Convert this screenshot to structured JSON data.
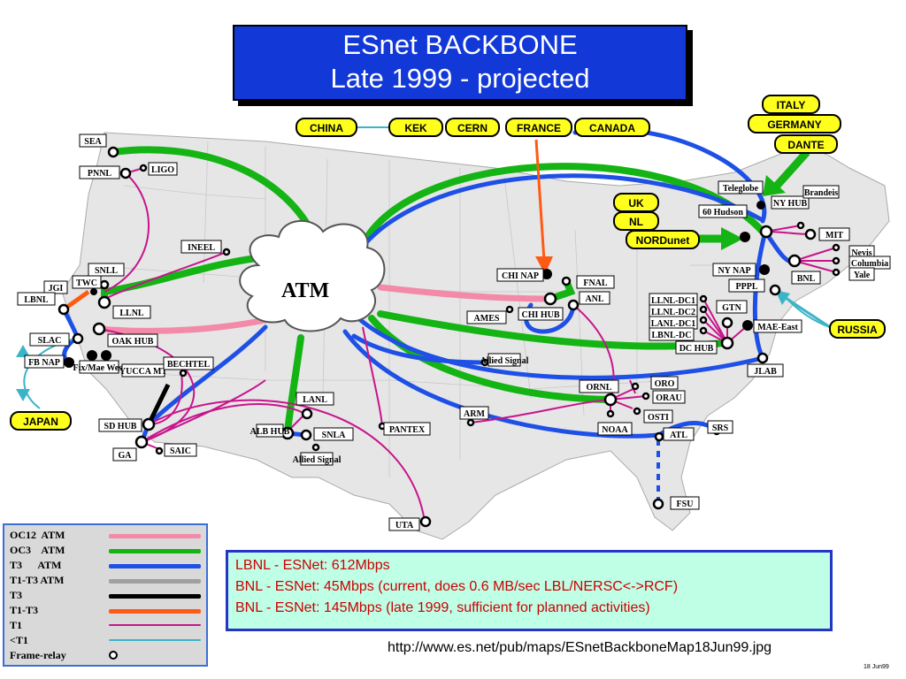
{
  "title": {
    "line1": "ESnet BACKBONE",
    "line2": "Late 1999 - projected"
  },
  "cloud_label": "ATM",
  "partners": {
    "top": [
      "CHINA",
      "KEK",
      "CERN",
      "FRANCE",
      "CANADA"
    ],
    "europe": [
      "ITALY",
      "GERMANY",
      "DANTE"
    ],
    "uk_group": [
      "UK",
      "NL",
      "NORDunet"
    ],
    "japan": "JAPAN",
    "russia": "RUSSIA"
  },
  "sites": {
    "sea": "SEA",
    "pnnl": "PNNL",
    "ligo": "LIGO",
    "ineel": "INEEL",
    "snll": "SNLL",
    "jgi": "JGI",
    "twc": "TWC",
    "lbnl": "LBNL",
    "llnl": "LLNL",
    "slac": "SLAC",
    "oak_hub": "OAK HUB",
    "fb_nap": "FB NAP",
    "fix_mae_west": "Fix/Mae West",
    "yucca_mt": "YUCCA MT",
    "bechtel": "BECHTEL",
    "sd_hub": "SD HUB",
    "ga": "GA",
    "saic": "SAIC",
    "lanl": "LANL",
    "alb_hub": "ALB HUB",
    "snla": "SNLA",
    "allied_signal_nm": "Allied Signal",
    "pantex": "PANTEX",
    "uta": "UTA",
    "ames": "AMES",
    "chi_hub": "CHI HUB",
    "chi_nap": "CHI NAP",
    "fnal": "FNAL",
    "anl": "ANL",
    "allied_signal_mo": "Allied Signal",
    "arm": "ARM",
    "ornl": "ORNL",
    "oro": "ORO",
    "orau": "ORAU",
    "noaa": "NOAA",
    "osti": "OSTI",
    "atl": "ATL",
    "srs": "SRS",
    "fsu": "FSU",
    "teleglobe": "Teleglobe",
    "hudson": "60 Hudson",
    "ny_hub": "NY HUB",
    "brandeis": "Brandeis",
    "mit": "MIT",
    "nevis": "Nevis",
    "columbia": "Columbia",
    "yale": "Yale",
    "bnl": "BNL",
    "ny_nap": "NY NAP",
    "pppl": "PPPL",
    "llnl_dc1": "LLNL-DC1",
    "llnl_dc2": "LLNL-DC2",
    "lanl_dc1": "LANL-DC1",
    "lbnl_dc": "LBNL-DC",
    "gtn": "GTN",
    "mae_east": "MAE-East",
    "dc_hub": "DC HUB",
    "jlab": "JLAB"
  },
  "legend": {
    "items": [
      {
        "label": "OC12  ATM",
        "color": "#f28aa8"
      },
      {
        "label": "OC3    ATM",
        "color": "#14b414"
      },
      {
        "label": "T3      ATM",
        "color": "#1e50e6"
      },
      {
        "label": "T1-T3 ATM",
        "color": "#a0a0a0"
      },
      {
        "label": "T3",
        "color": "#000000"
      },
      {
        "label": "T1-T3",
        "color": "#ff5a14"
      },
      {
        "label": "T1",
        "color": "#c8148c"
      },
      {
        "label": "<T1",
        "color": "#3cb4c8"
      }
    ],
    "frame_relay": "Frame-relay"
  },
  "info": {
    "line1": "LBNL - ESNet: 612Mbps",
    "line2": "BNL - ESNet: 45Mbps (current,  does 0.6 MB/sec LBL/NERSC<->RCF)",
    "line3": "BNL - ESNet: 145Mbps (late 1999, sufficient for planned activities)"
  },
  "url": "http://www.es.net/pub/maps/ESnetBackboneMap18Jun99.jpg",
  "date": "18 Jun99",
  "colors": {
    "oc12": "#f28aa8",
    "oc3": "#14b414",
    "t3": "#1e50e6",
    "t1": "#c8148c",
    "lt1": "#3cb4c8",
    "t1t3": "#ff5a14",
    "partner_fill": "#ffff1e",
    "land": "#e6e6e6"
  }
}
